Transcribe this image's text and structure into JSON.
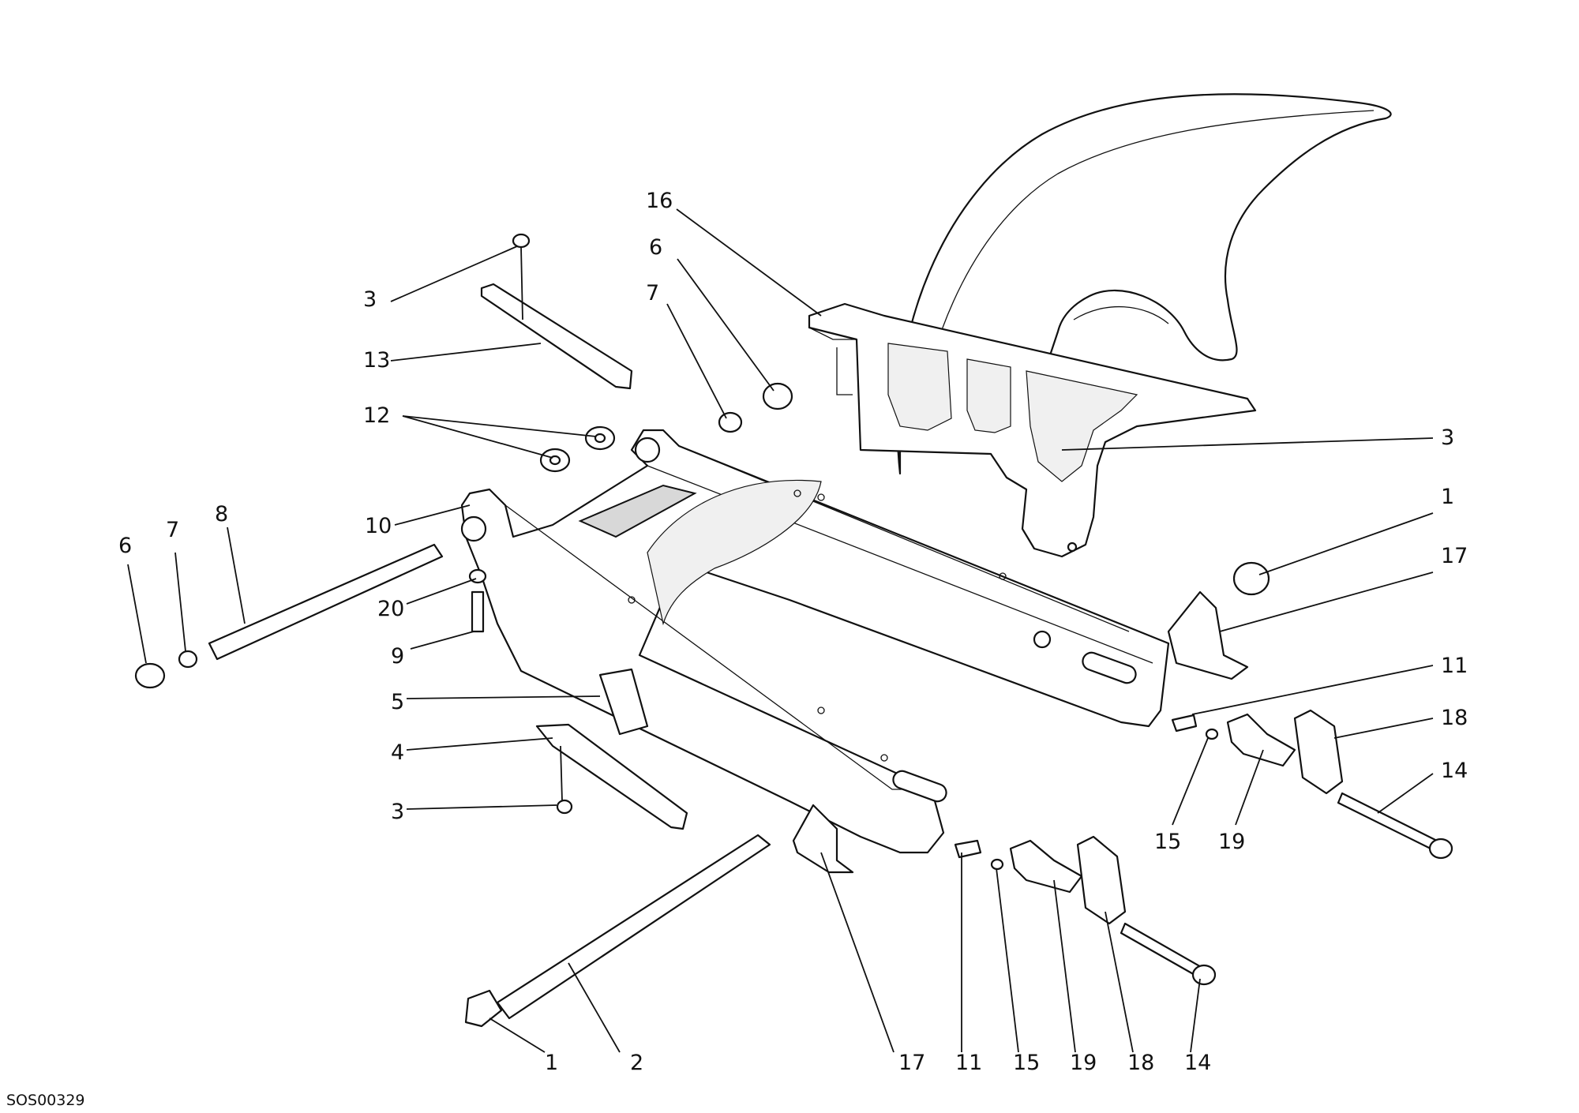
{
  "diagram_code": "SOS00329",
  "callouts": [
    {
      "id": "c-3-top",
      "text": "3"
    },
    {
      "id": "c-13",
      "text": "13"
    },
    {
      "id": "c-12",
      "text": "12"
    },
    {
      "id": "c-16",
      "text": "16"
    },
    {
      "id": "c-6-top",
      "text": "6"
    },
    {
      "id": "c-7-top",
      "text": "7"
    },
    {
      "id": "c-3-right",
      "text": "3"
    },
    {
      "id": "c-1-right",
      "text": "1"
    },
    {
      "id": "c-17-right",
      "text": "17"
    },
    {
      "id": "c-11-right",
      "text": "11"
    },
    {
      "id": "c-18-right",
      "text": "18"
    },
    {
      "id": "c-14-right",
      "text": "14"
    },
    {
      "id": "c-15-right",
      "text": "15"
    },
    {
      "id": "c-19-right",
      "text": "19"
    },
    {
      "id": "c-10",
      "text": "10"
    },
    {
      "id": "c-8",
      "text": "8"
    },
    {
      "id": "c-7-left",
      "text": "7"
    },
    {
      "id": "c-6-left",
      "text": "6"
    },
    {
      "id": "c-20",
      "text": "20"
    },
    {
      "id": "c-9",
      "text": "9"
    },
    {
      "id": "c-5",
      "text": "5"
    },
    {
      "id": "c-4",
      "text": "4"
    },
    {
      "id": "c-3-left",
      "text": "3"
    },
    {
      "id": "c-1-bottom",
      "text": "1"
    },
    {
      "id": "c-2",
      "text": "2"
    },
    {
      "id": "c-17-bottom",
      "text": "17"
    },
    {
      "id": "c-11-bottom",
      "text": "11"
    },
    {
      "id": "c-15-bottom",
      "text": "15"
    },
    {
      "id": "c-19-bottom",
      "text": "19"
    },
    {
      "id": "c-18-bottom",
      "text": "18"
    },
    {
      "id": "c-14-bottom",
      "text": "14"
    }
  ]
}
